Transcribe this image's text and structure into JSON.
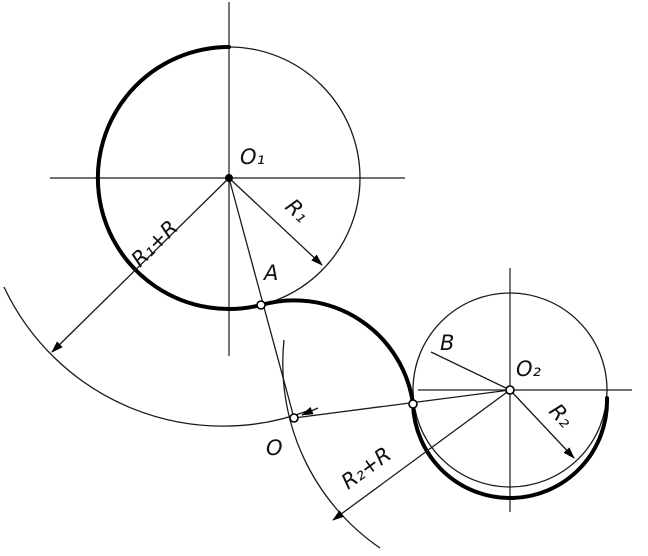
{
  "labels": {
    "o1": "O₁",
    "o2": "O₂",
    "a": "A",
    "b": "B",
    "o": "O",
    "r1": "R₁",
    "r2": "R₂",
    "r1_plus_r": "R₁+R",
    "r2_plus_r": "R₂+R"
  },
  "colors": {
    "line": "#000000",
    "background": "#ffffff"
  }
}
